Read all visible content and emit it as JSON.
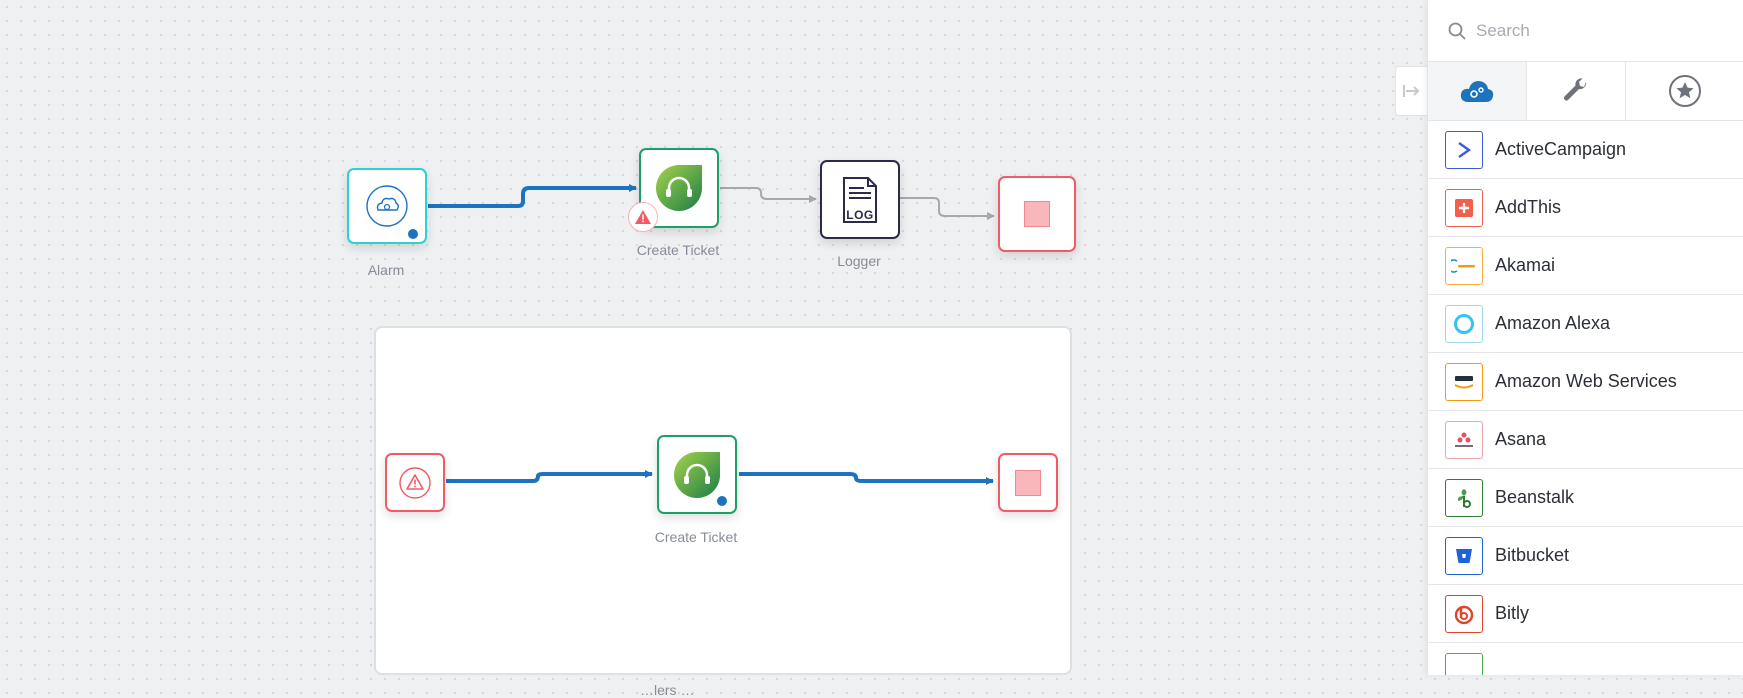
{
  "canvas": {
    "main_flow": {
      "nodes": [
        {
          "label": "Alarm"
        },
        {
          "label": "Create Ticket"
        },
        {
          "label": "Logger",
          "icon_text": "LOG"
        },
        {
          "label": ""
        }
      ]
    },
    "subflow": {
      "nodes": [
        {
          "label": ""
        },
        {
          "label": "Create Ticket"
        },
        {
          "label": ""
        }
      ],
      "caption": "…lers …"
    }
  },
  "palette": {
    "search": {
      "placeholder": "Search",
      "value": ""
    },
    "tabs": [
      {
        "name": "cloud-connectors",
        "icon": "cloud-gear-icon",
        "active": true
      },
      {
        "name": "tools",
        "icon": "wrench-icon",
        "active": false
      },
      {
        "name": "favorites",
        "icon": "star-icon",
        "active": false
      }
    ],
    "items": [
      {
        "label": "ActiveCampaign",
        "color": "#3b5bdb"
      },
      {
        "label": "AddThis",
        "color": "#f25f4c"
      },
      {
        "label": "Akamai",
        "color": "#f39c12"
      },
      {
        "label": "Amazon Alexa",
        "color": "#36c5f0"
      },
      {
        "label": "Amazon Web Services",
        "color": "#f39c12"
      },
      {
        "label": "Asana",
        "color": "#e8505b"
      },
      {
        "label": "Beanstalk",
        "color": "#2e7d32"
      },
      {
        "label": "Bitbucket",
        "color": "#1e63d8"
      },
      {
        "label": "Bitly",
        "color": "#e0442b"
      }
    ]
  },
  "colors": {
    "accent": "#1e73be",
    "teal": "#2fd0d0",
    "error": "#f15b66",
    "success": "#1d9f6a"
  }
}
